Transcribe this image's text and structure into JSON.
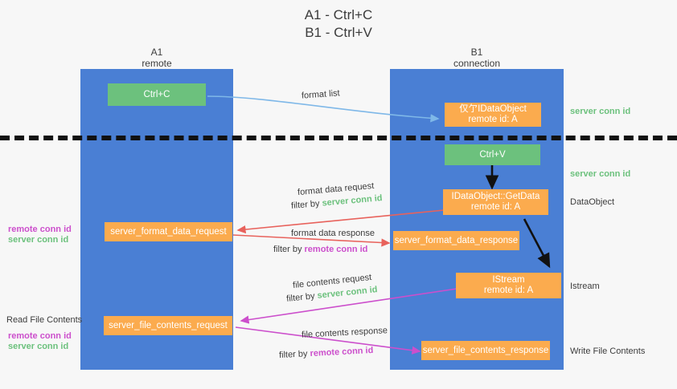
{
  "title": {
    "line1": "A1 - Ctrl+C",
    "line2": "B1 - Ctrl+V"
  },
  "lanes": [
    {
      "id": "a1",
      "name": "A1",
      "role": "remote"
    },
    {
      "id": "b1",
      "name": "B1",
      "role": "connection"
    }
  ],
  "colors": {
    "lane": "#4a7fd4",
    "green_box": "#6cc17d",
    "orange_box": "#fbab4e",
    "server_conn": "#6cc17d",
    "remote_conn": "#cc4fcc",
    "text": "#3c3c3c",
    "arrow_blue": "#7fb8e8",
    "arrow_red": "#e8625c",
    "arrow_magenta": "#cc4fcc",
    "arrow_black": "#111111",
    "background": "#f7f7f7",
    "divider": "#111111"
  },
  "boxes": {
    "ctrl_c": {
      "line1": "Ctrl+C"
    },
    "ctrl_v": {
      "line1": "Ctrl+V"
    },
    "idataobject_top": {
      "line1": "仅亇IDataObject",
      "line2": "remote id: A"
    },
    "getdata": {
      "line1": "IDataObject::GetData",
      "line2": "remote id: A"
    },
    "istream": {
      "line1": "IStream",
      "line2": "remote id: A"
    },
    "server_format_data_request": {
      "line1": "server_format_data_request"
    },
    "server_format_data_response": {
      "line1": "server_format_data_response"
    },
    "server_file_contents_request": {
      "line1": "server_file_contents_request"
    },
    "server_file_contents_response": {
      "line1": "server_file_contents_response"
    }
  },
  "arrow_labels": {
    "format_list": "format list",
    "format_data_request": "format data request",
    "format_data_request_filter_prefix": "filter by",
    "format_data_request_filter_value": "server conn id",
    "format_data_response": "format data response",
    "format_data_response_filter_prefix": "filter by",
    "format_data_response_filter_value": "remote conn id",
    "file_contents_request": "file contents request",
    "file_contents_request_filter_prefix": "filter by",
    "file_contents_request_filter_value": "server conn id",
    "file_contents_response": "file contents response",
    "file_contents_response_filter_prefix": "filter by",
    "file_contents_response_filter_value": "remote conn id"
  },
  "right_annotations": [
    {
      "id": "server-conn-id-top",
      "text": "server conn id",
      "style": "green"
    },
    {
      "id": "server-conn-id-second",
      "text": "server conn id",
      "style": "green"
    },
    {
      "id": "dataobject",
      "text": "DataObject",
      "style": "dark"
    },
    {
      "id": "istream",
      "text": "Istream",
      "style": "dark"
    },
    {
      "id": "write-file-contents",
      "text": "Write File Contents",
      "style": "dark"
    }
  ],
  "left_annotations": {
    "group_one": [
      {
        "id": "remote-conn-id-1",
        "text": "remote conn id",
        "style": "magenta"
      },
      {
        "id": "server-conn-id-1",
        "text": "server conn id",
        "style": "green"
      }
    ],
    "read_file_contents": "Read File Contents",
    "group_two": [
      {
        "id": "remote-conn-id-2",
        "text": "remote conn id",
        "style": "magenta"
      },
      {
        "id": "server-conn-id-2",
        "text": "server conn id",
        "style": "green"
      }
    ]
  }
}
